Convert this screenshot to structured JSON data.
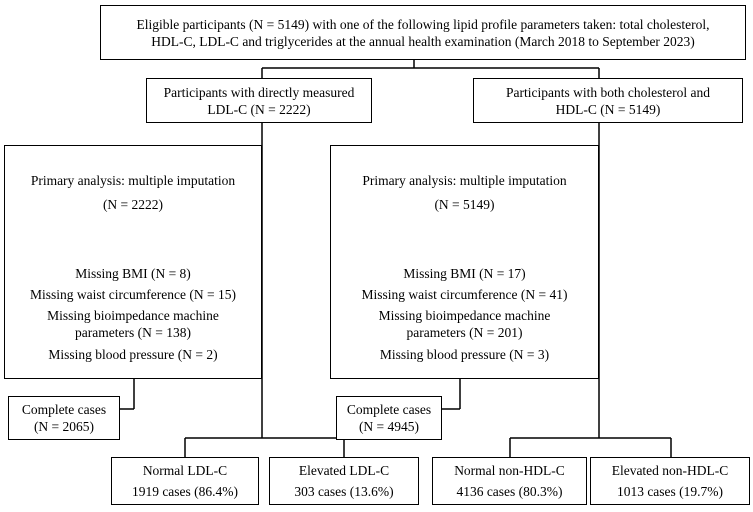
{
  "top": {
    "line1": "Eligible participants (N = 5149) with one of the following lipid profile parameters taken: total cholesterol,",
    "line2": "HDL-C, LDL-C and triglycerides at the annual health examination (March 2018 to September 2023)"
  },
  "left": {
    "group": {
      "line1": "Participants with directly measured",
      "line2": "LDL-C (N = 2222)"
    },
    "analysis": {
      "title": "Primary analysis: multiple imputation",
      "n": "(N = 2222)",
      "missing": [
        "Missing BMI (N = 8)",
        "Missing waist circumference (N = 15)",
        "Missing bioimpedance machine",
        "parameters (N = 138)",
        "Missing blood pressure (N = 2)"
      ]
    },
    "complete": {
      "line1": "Complete cases",
      "line2": "(N = 2065)"
    },
    "outcomes": [
      {
        "line1": "Normal LDL-C",
        "line2": "1919 cases (86.4%)"
      },
      {
        "line1": "Elevated LDL-C",
        "line2": "303 cases (13.6%)"
      }
    ]
  },
  "right": {
    "group": {
      "line1": "Participants with both cholesterol and",
      "line2": "HDL-C (N = 5149)"
    },
    "analysis": {
      "title": "Primary analysis: multiple imputation",
      "n": "(N = 5149)",
      "missing": [
        "Missing BMI (N = 17)",
        "Missing waist circumference (N = 41)",
        "Missing bioimpedance machine",
        "parameters (N = 201)",
        "Missing blood pressure (N = 3)"
      ]
    },
    "complete": {
      "line1": "Complete cases",
      "line2": "(N = 4945)"
    },
    "outcomes": [
      {
        "line1": "Normal non-HDL-C",
        "line2": "4136 cases (80.3%)"
      },
      {
        "line1": "Elevated non-HDL-C",
        "line2": "1013 cases (19.7%)"
      }
    ]
  }
}
